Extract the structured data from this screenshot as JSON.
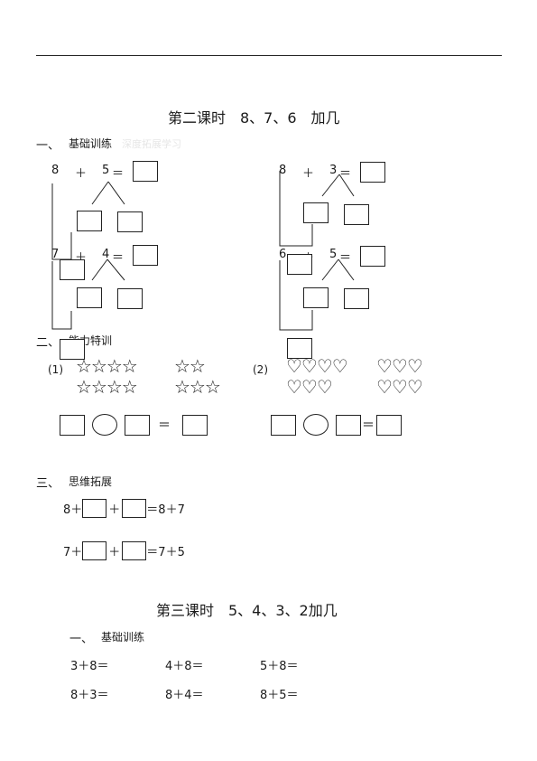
{
  "lesson2": {
    "title": "第二课时　8、7、6　加几",
    "sec1": {
      "num": "一、",
      "label": "基础训练",
      "faint": "深度拓展学习"
    },
    "sec2": {
      "num": "二、",
      "label": "能力特训"
    },
    "sec3": {
      "num": "三、",
      "label": "思维拓展"
    },
    "splits": [
      {
        "a": "8",
        "op": "＋",
        "b": "5",
        "eq": "＝"
      },
      {
        "a": "8",
        "op": "＋",
        "b": "3",
        "eq": "＝"
      },
      {
        "a": "7",
        "op": "＋",
        "b": "4",
        "eq": "＝"
      },
      {
        "a": "6",
        "op": "＋",
        "b": "5",
        "eq": "＝"
      }
    ],
    "pic1": {
      "label": "(1)",
      "row1a": "☆☆☆☆",
      "row1b": "☆☆",
      "row2a": "☆☆☆☆",
      "row2b": "☆☆☆"
    },
    "pic2": {
      "label": "(2)",
      "row1a": "♡♡♡♡",
      "row1b": "♡♡♡",
      "row2a": "♡♡♡",
      "row2b": "♡♡♡"
    },
    "eq_sign": "＝",
    "expand": [
      {
        "a": "8＋",
        "mid": "＋",
        "rhs": "＝8＋7"
      },
      {
        "a": "7＋",
        "mid": "＋",
        "rhs": "＝7＋5"
      }
    ]
  },
  "lesson3": {
    "title": "第三课时　5、4、3、2加几",
    "sec1": {
      "num": "一、",
      "label": "基础训练"
    },
    "rows": [
      [
        "3＋8＝",
        "4＋8＝",
        "5＋8＝"
      ],
      [
        "8＋3＝",
        "8＋4＝",
        "8＋5＝"
      ]
    ]
  }
}
